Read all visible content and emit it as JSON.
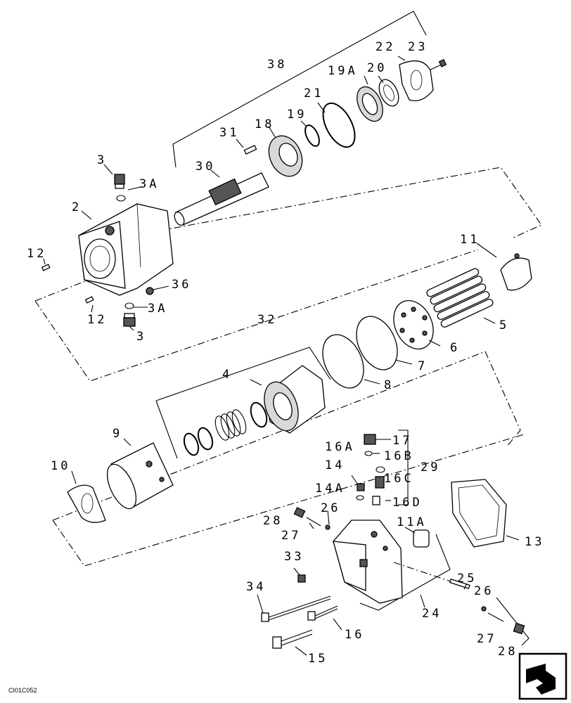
{
  "drawing_code": "CI01C052",
  "callouts": {
    "p38": "38",
    "p22": "22",
    "p23": "23",
    "p19A": "19A",
    "p20": "20",
    "p21": "21",
    "p19": "19",
    "p18": "18",
    "p31": "31",
    "p30": "30",
    "p3a": "3",
    "p3A_top": "3A",
    "p2": "2",
    "p12a": "12",
    "p36": "36",
    "p3A_bot": "3A",
    "p12b": "12",
    "p3b": "3",
    "p11": "11",
    "p5": "5",
    "p32": "32",
    "p6": "6",
    "p7": "7",
    "p8": "8",
    "p4": "4",
    "p9": "9",
    "p10": "10",
    "p17": "17",
    "p16A": "16A",
    "p16B": "16B",
    "p29": "29",
    "p14": "14",
    "p16C": "16C",
    "p14A": "14A",
    "p16D": "16D",
    "p28a": "28",
    "p26a": "26",
    "p27a": "27",
    "p11A": "11A",
    "p13": "13",
    "p33": "33",
    "p34": "34",
    "p25": "25",
    "p26b": "26",
    "p24": "24",
    "p16": "16",
    "p27b": "27",
    "p15": "15",
    "p28b": "28"
  }
}
